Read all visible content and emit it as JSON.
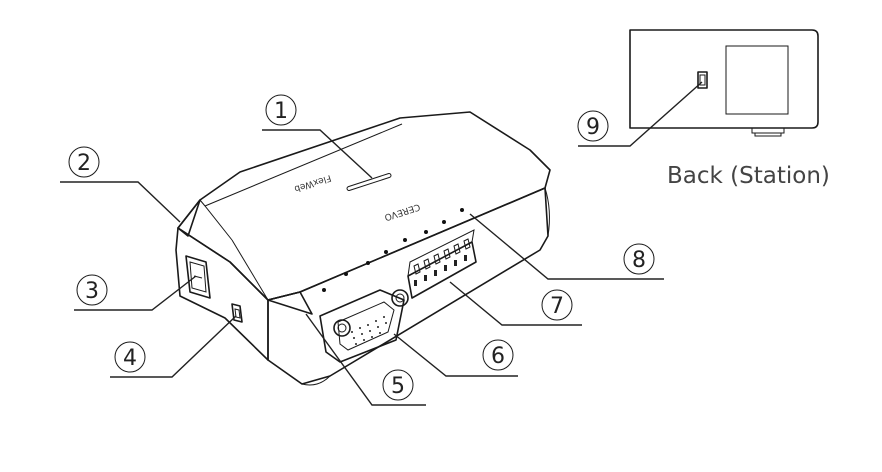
{
  "callouts": [
    "1",
    "2",
    "3",
    "4",
    "5",
    "6",
    "7",
    "8",
    "9"
  ],
  "back_label": "Back (Station)",
  "top_label": "FlexWeb",
  "brand_label": "CEREVO"
}
